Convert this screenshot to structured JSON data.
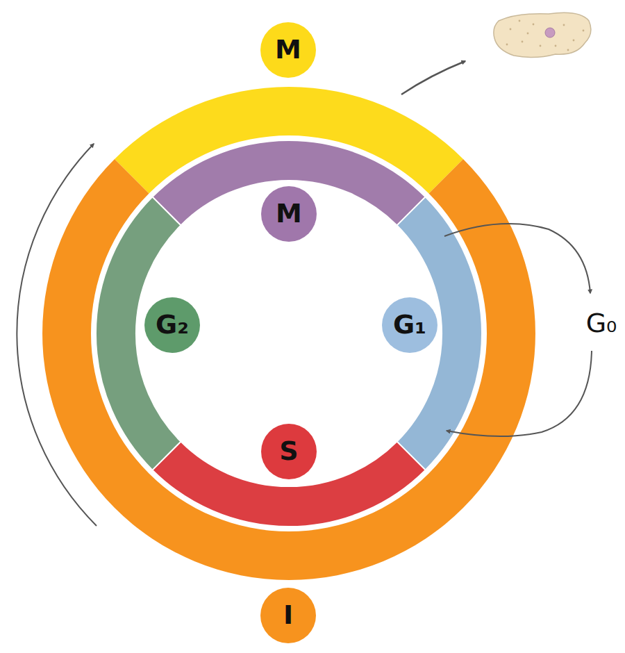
{
  "diagram": {
    "nodes": [
      {
        "text": [
          "M"
        ]
      },
      {
        "text": [
          "M"
        ]
      },
      {
        "text": [
          "G₂"
        ]
      },
      {
        "text": [
          "G₁"
        ]
      },
      {
        "text": [
          "S"
        ]
      },
      {
        "text": [
          "I"
        ]
      }
    ],
    "labels": [
      "G₀"
    ]
  }
}
